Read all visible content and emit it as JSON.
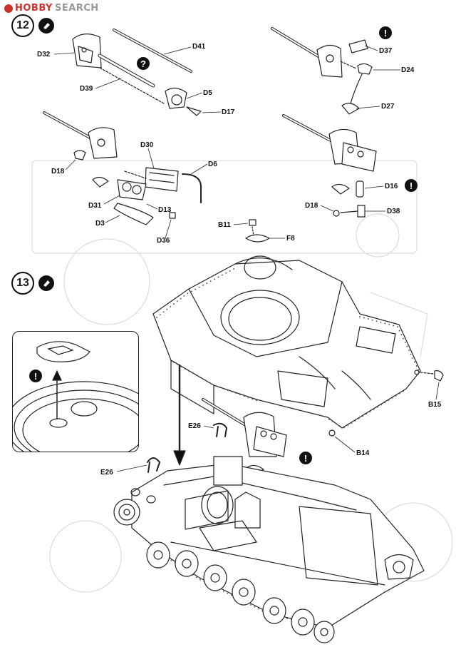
{
  "watermark": {
    "brand": "HOBBY",
    "suffix": "SEARCH"
  },
  "steps": [
    {
      "number": "12"
    },
    {
      "number": "13"
    }
  ],
  "step12_labels": {
    "d41": "D41",
    "d32": "D32",
    "d39": "D39",
    "d5": "D5",
    "d17": "D17",
    "d37": "D37",
    "d24": "D24",
    "d27": "D27",
    "d30": "D30",
    "d6": "D6",
    "d18a": "D18",
    "d31": "D31",
    "d13": "D13",
    "d3": "D3",
    "d36": "D36",
    "d16": "D16",
    "d18b": "D18",
    "d38": "D38"
  },
  "step13_labels": {
    "b11": "B11",
    "f8": "F8",
    "b15": "B15",
    "e26a": "E26",
    "b14": "B14",
    "e26b": "E26"
  },
  "marks": {
    "alert": "!",
    "question": "?"
  },
  "icons": [
    "glue-icon",
    "alert-icon",
    "question-icon",
    "assembly-arrow-icon"
  ]
}
